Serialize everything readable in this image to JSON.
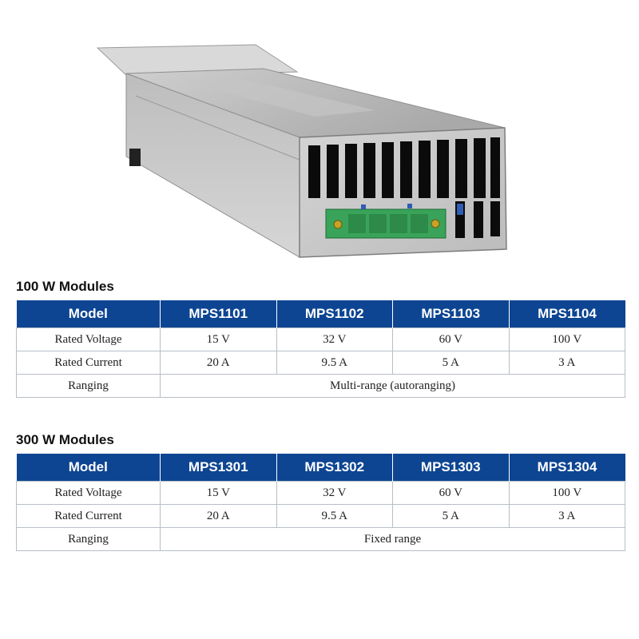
{
  "product_image": {
    "alt": "power supply module"
  },
  "tables": [
    {
      "title": "100 W Modules",
      "header": {
        "label": "Model",
        "models": [
          "MPS1101",
          "MPS1102",
          "MPS1103",
          "MPS1104"
        ]
      },
      "rated_voltage": {
        "label": "Rated Voltage",
        "values": [
          "15 V",
          "32 V",
          "60 V",
          "100 V"
        ]
      },
      "rated_current": {
        "label": "Rated Current",
        "values": [
          "20 A",
          "9.5 A",
          "5 A",
          "3 A"
        ]
      },
      "ranging": {
        "label": "Ranging",
        "value": "Multi-range (autoranging)"
      }
    },
    {
      "title": "300 W Modules",
      "header": {
        "label": "Model",
        "models": [
          "MPS1301",
          "MPS1302",
          "MPS1303",
          "MPS1304"
        ]
      },
      "rated_voltage": {
        "label": "Rated Voltage",
        "values": [
          "15 V",
          "32 V",
          "60 V",
          "100 V"
        ]
      },
      "rated_current": {
        "label": "Rated Current",
        "values": [
          "20 A",
          "9.5 A",
          "5 A",
          "3 A"
        ]
      },
      "ranging": {
        "label": "Ranging",
        "value": "Fixed range"
      }
    }
  ],
  "colors": {
    "header_bg": "#0d4592",
    "header_text": "#ffffff",
    "border": "#b8bec6"
  }
}
